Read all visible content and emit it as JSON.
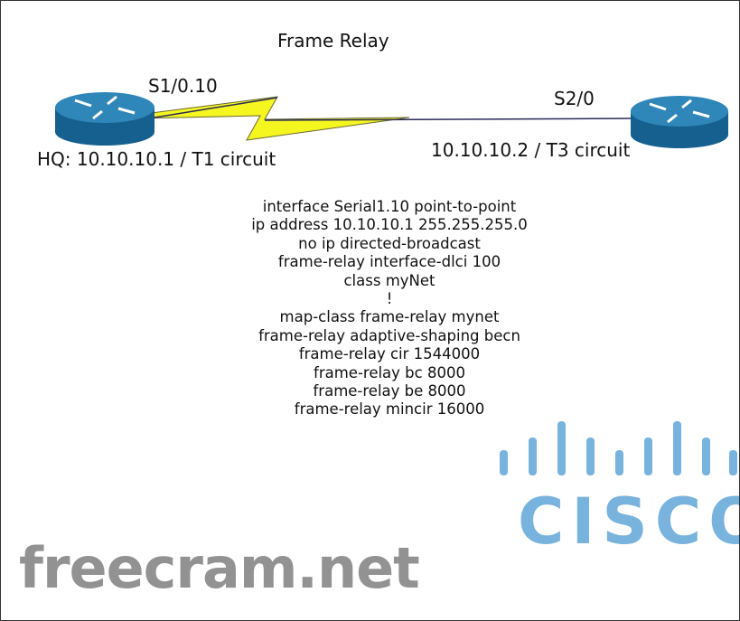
{
  "title": "Frame Relay",
  "hq": {
    "interface": "S1/0.10",
    "label": "HQ: 10.10.10.1 / T1 circuit"
  },
  "remote": {
    "interface": "S2/0",
    "label": "10.10.10.2 / T3 circuit"
  },
  "config": [
    "interface Serial1.10 point-to-point",
    "ip address 10.10.10.1 255.255.255.0",
    "no ip directed-broadcast",
    "frame-relay interface-dlci 100",
    "class myNet",
    "!",
    "map-class frame-relay mynet",
    "frame-relay adaptive-shaping becn",
    "frame-relay cir 1544000",
    "frame-relay bc 8000",
    "frame-relay be 8000",
    "frame-relay mincir 16000"
  ],
  "watermark": "freecram.net",
  "logo": "CISCO",
  "colors": {
    "router": "#1f6e9e",
    "link": "#f5f51f",
    "cisco": "#78b3de"
  }
}
